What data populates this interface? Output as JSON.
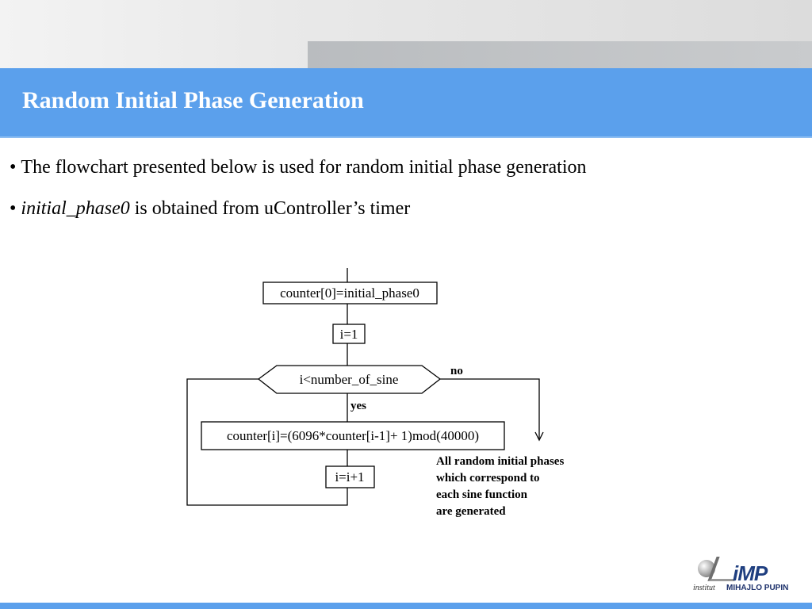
{
  "slide": {
    "title": "Random Initial Phase Generation",
    "bullets": [
      {
        "emphasis": "",
        "text": "The flowchart presented below is used for random initial phase generation"
      },
      {
        "emphasis": "initial_phase0",
        "text": " is obtained from uController’s timer"
      }
    ],
    "bullet_glyph": "•"
  },
  "flowchart": {
    "nodes": {
      "init": "counter[0]=initial_phase0",
      "set_i": "i=1",
      "decision": "i<number_of_sine",
      "compute": "counter[i]=(6096*counter[i-1]+ 1)mod(40000)",
      "increment": "i=i+1"
    },
    "branch_labels": {
      "no": "no",
      "yes": "yes"
    },
    "result_note": [
      "All random initial phases",
      "which correspond to",
      "each sine function",
      "are generated"
    ]
  },
  "logo": {
    "mark": "iMP",
    "prefix": "institut",
    "name": "MIHAJLO PUPIN"
  },
  "colors": {
    "title_band": "#5ba0ec",
    "title_text": "#ffffff",
    "logo_blue": "#1f3f80"
  }
}
